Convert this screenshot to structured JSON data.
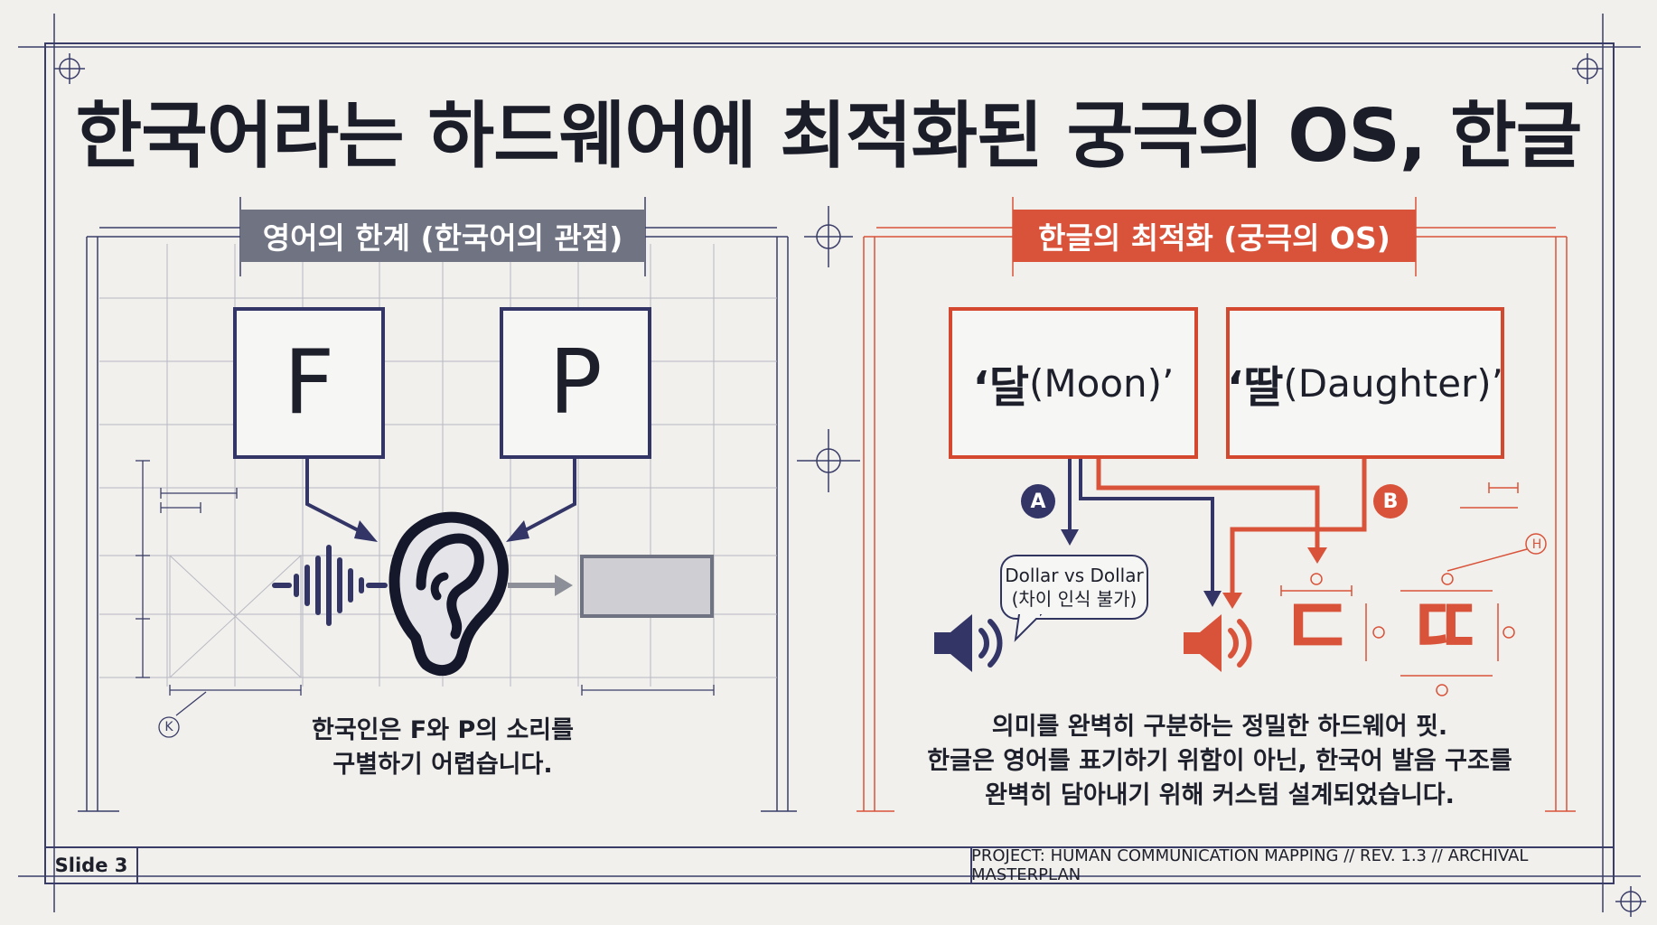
{
  "slide": {
    "title": "한국어라는 하드웨어에 최적화된 궁극의 OS, 한글",
    "footer_slide": "Slide 3",
    "footer_project": "PROJECT: HUMAN COMMUNICATION MAPPING // REV. 1.3 // ARCHIVAL MASTERPLAN"
  },
  "left_panel": {
    "header": "영어의 한계 (한국어의 관점)",
    "letter_f": "F",
    "letter_p": "P",
    "caption_line1": "한국인은 F와 P의 소리를",
    "caption_line2": "구별하기 어렵습니다.",
    "marker_k": "K",
    "icons": [
      "ear-icon",
      "sound-wave-icon",
      "arrow-right-icon"
    ]
  },
  "right_panel": {
    "header": "한글의 최적화 (궁극의 OS)",
    "word1_korean": "‘달",
    "word1_english": "(Moon)’",
    "word2_korean": "‘딸",
    "word2_english": "(Daughter)’",
    "badge_a": "A",
    "badge_b": "B",
    "marker_h": "H",
    "bubble_line1": "Dollar vs Dollar",
    "bubble_line2": "(차이 인식 불가)",
    "glyph_d": "ㄷ",
    "glyph_dd": "ㄸ",
    "caption_line1": "의미를 완벽히 구분하는 정밀한 하드웨어 핏.",
    "caption_line2": "한글은 영어를 표기하기 위함이 아닌, 한국어 발음 구조를",
    "caption_line3": "완벽히 담아내기 위해 커스텀 설계되었습니다.",
    "icons": [
      "speaker-icon"
    ]
  },
  "colors": {
    "navy": "#323566",
    "accent_red": "#d9533a",
    "gray_header": "#6f7382",
    "background": "#f1f0ec"
  }
}
